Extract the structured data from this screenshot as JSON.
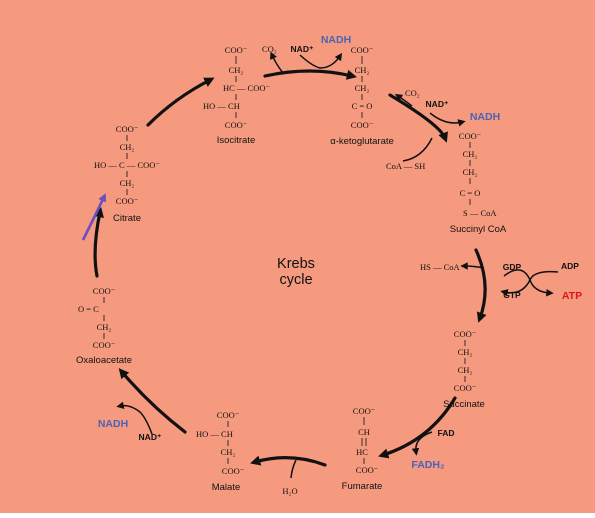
{
  "diagram": {
    "title_line1": "Krebs",
    "title_line2": "cycle",
    "compounds": {
      "isocitrate": "Isocitrate",
      "alpha_ketoglutarate": "α-ketoglutarate",
      "succinyl_coa": "Succinyl CoA",
      "succinate": "Succinate",
      "fumarate": "Fumarate",
      "malate": "Malate",
      "oxaloacetate": "Oxaloacetate",
      "citrate": "Citrate"
    },
    "cofactors": {
      "nad_plus": "NAD⁺",
      "nadh": "NADH",
      "co2": "CO₂",
      "coa_sh": "CoA — SH",
      "hs_coa": "HS — CoA",
      "gdp": "GDP",
      "gtp": "GTP",
      "adp": "ADP",
      "atp": "ATP",
      "fad": "FAD",
      "fadh2": "FADH₂",
      "h2o": "H₂O"
    },
    "groups": {
      "coo": "COO⁻",
      "ch2": "CH₂",
      "ch": "CH",
      "hc": "HC",
      "ho": "HO",
      "hc_coo": "HC — COO⁻",
      "ho_ch": "HO — CH",
      "ho_c_coo": "HO — C — COO⁻",
      "c_o": "C = O",
      "o_c": "O = C",
      "s_coa": "S — CoA"
    }
  },
  "colors": {
    "background": "#f59a7e",
    "nadh": "#4a63b8",
    "atp": "#e0141b",
    "arrow": "#111111",
    "purple_arrow": "#6a4fc0"
  }
}
